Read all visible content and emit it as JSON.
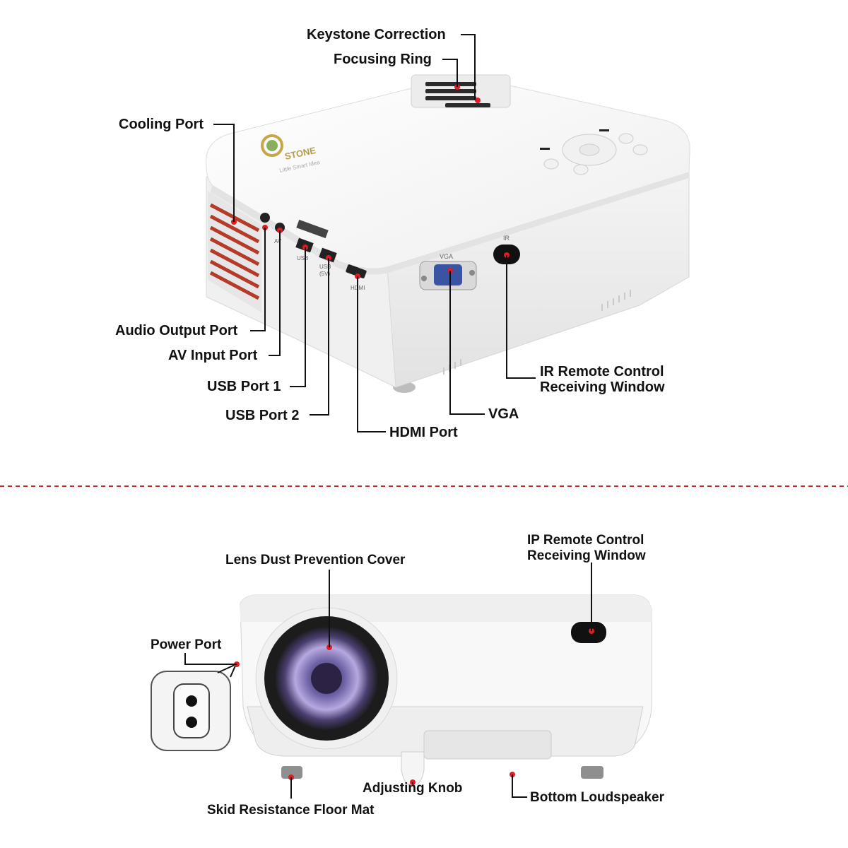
{
  "brand": {
    "logo_text": "STONE",
    "logo_tagline": "Little Smart Idea"
  },
  "device_markings": {
    "vga": "VGA",
    "ir": "IR",
    "av": "AV",
    "usb1": "USB",
    "usb2": "USB",
    "usb2_sub": "(5V)",
    "hdmi": "HDMI"
  },
  "top_view": {
    "labels": {
      "keystone": "Keystone Correction",
      "focusing": "Focusing Ring",
      "cooling": "Cooling Port",
      "audio_out": "Audio Output Port",
      "av_in": "AV Input Port",
      "usb1": "USB Port 1",
      "usb2": "USB Port 2",
      "hdmi": "HDMI Port",
      "vga": "VGA",
      "ir_line1": "IR Remote Control",
      "ir_line2": "Receiving Window"
    }
  },
  "front_view": {
    "labels": {
      "lens_cover": "Lens Dust Prevention Cover",
      "ip_line1": "IP Remote Control",
      "ip_line2": "Receiving Window",
      "power": "Power Port",
      "adjusting": "Adjusting Knob",
      "skid": "Skid Resistance Floor Mat",
      "speaker": "Bottom Loudspeaker"
    }
  },
  "colors": {
    "divider": "#c0272d",
    "marker": "#e01b22",
    "leader": "#111111",
    "body_white": "#f7f7f7",
    "body_shadow": "#dcdcdc"
  }
}
